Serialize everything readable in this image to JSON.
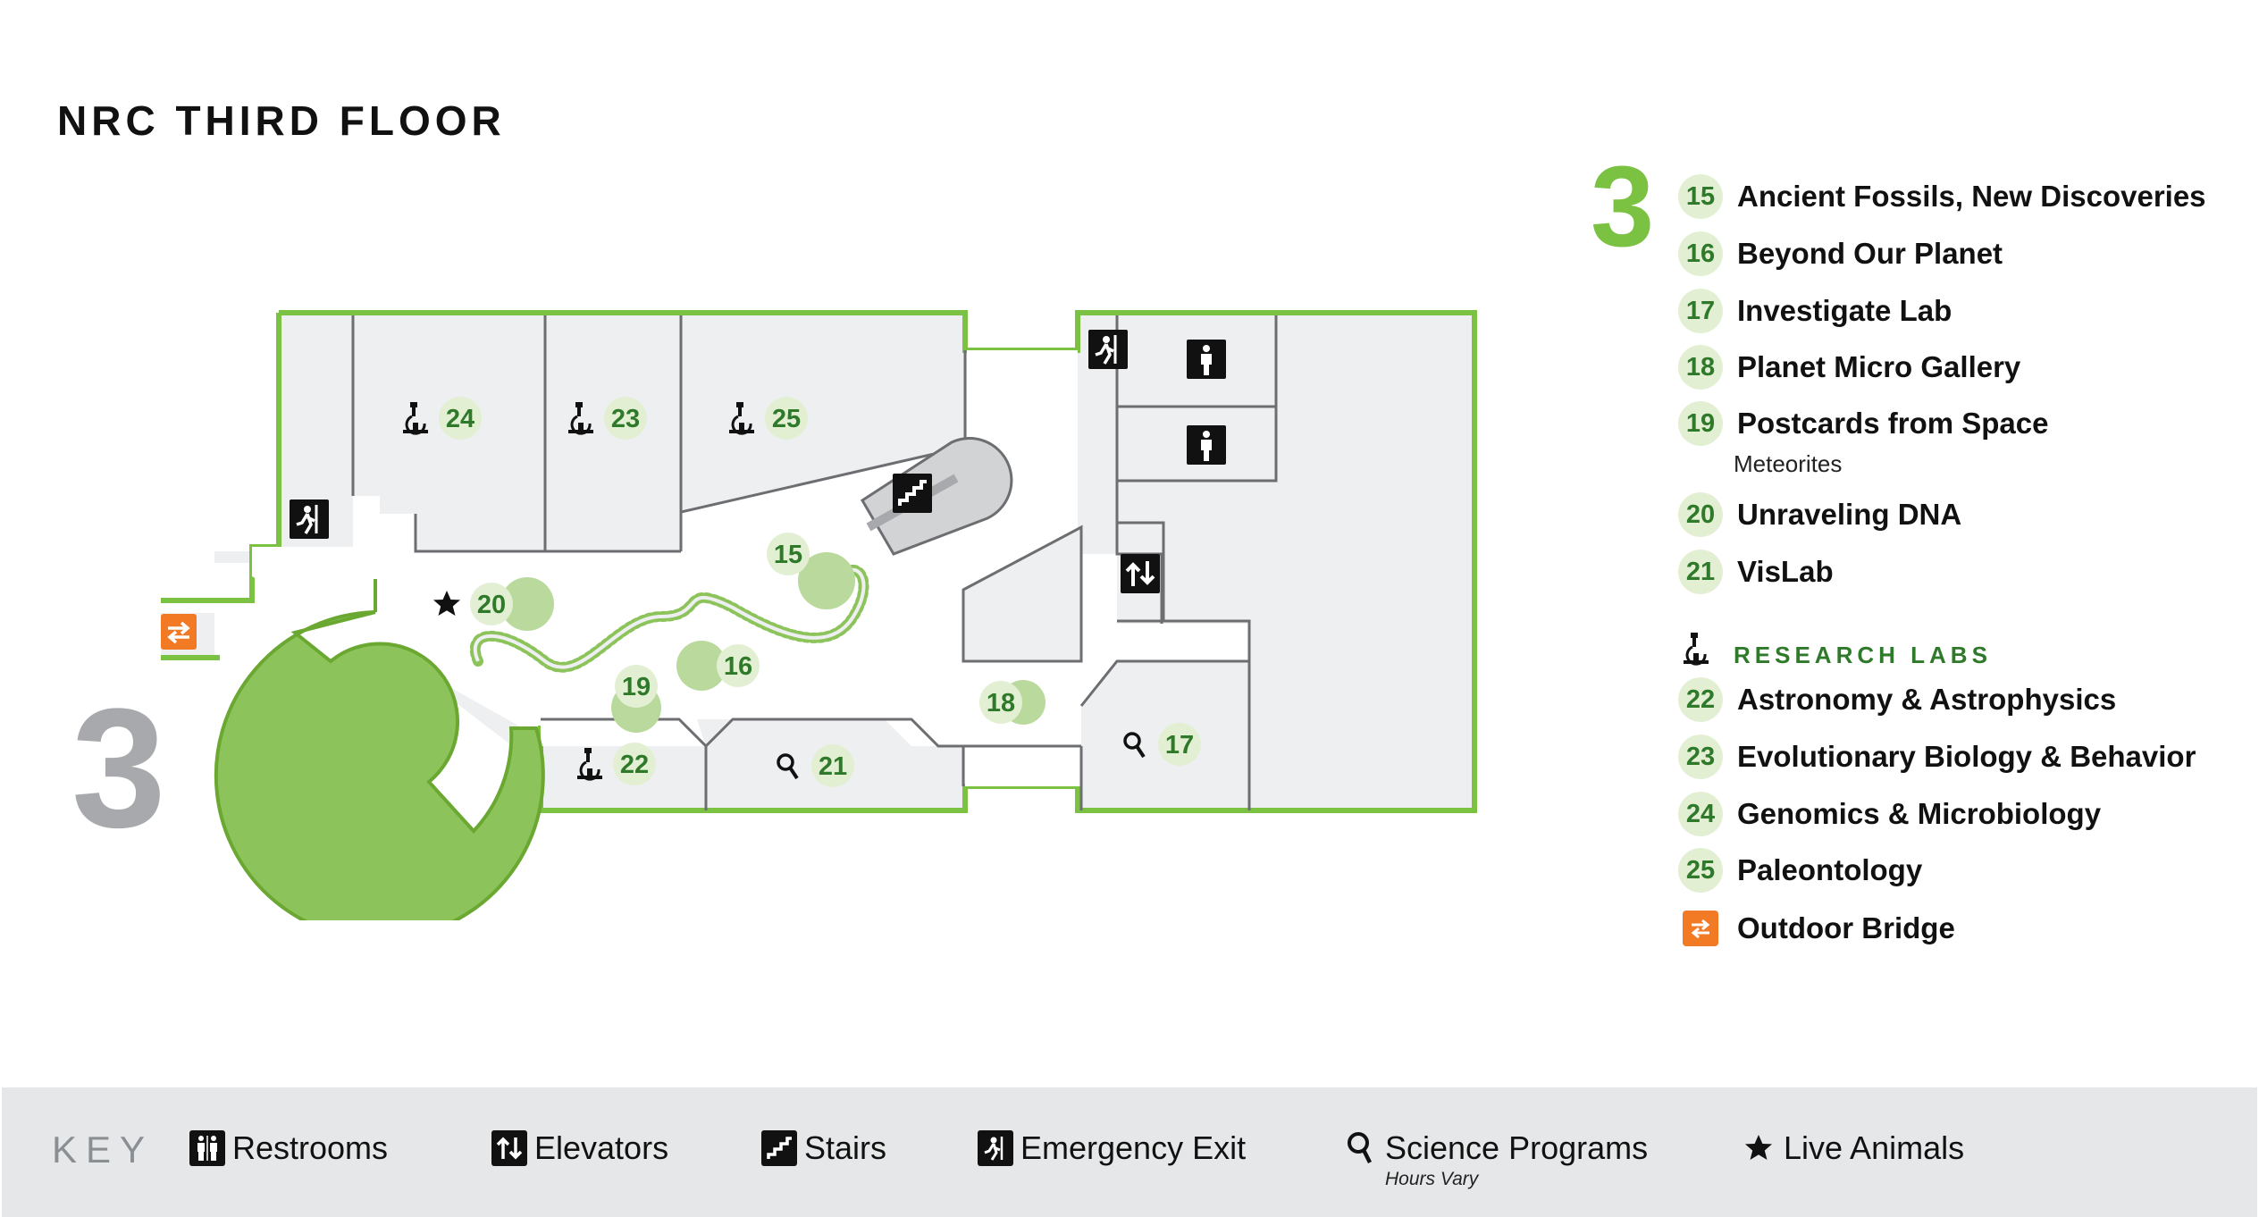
{
  "title": "NRC THIRD FLOOR",
  "floor_number": "3",
  "colors": {
    "green": "#7bc142",
    "dark_green": "#2f7a2a",
    "badge_bg": "#e3efd3",
    "room_fill": "#eeeff0",
    "wall": "#6d6e71",
    "orange": "#f37a25",
    "key_bg": "#e6e7e8",
    "floor_numeral_gray": "#a7a9ac"
  },
  "legend": {
    "exhibits": [
      {
        "number": "15",
        "label": "Ancient Fossils, New Discoveries"
      },
      {
        "number": "16",
        "label": "Beyond Our Planet"
      },
      {
        "number": "17",
        "label": "Investigate Lab"
      },
      {
        "number": "18",
        "label": "Planet Micro Gallery"
      },
      {
        "number": "19",
        "label": "Postcards from Space",
        "sub": "Meteorites"
      },
      {
        "number": "20",
        "label": "Unraveling DNA"
      },
      {
        "number": "21",
        "label": "VisLab"
      }
    ],
    "research_heading": "RESEARCH LABS",
    "research_labs": [
      {
        "number": "22",
        "label": "Astronomy & Astrophysics"
      },
      {
        "number": "23",
        "label": "Evolutionary Biology & Behavior"
      },
      {
        "number": "24",
        "label": "Genomics & Microbiology"
      },
      {
        "number": "25",
        "label": "Paleontology"
      }
    ],
    "bridge_label": "Outdoor Bridge"
  },
  "map_markers": [
    {
      "number": "24",
      "icon": "microscope-icon"
    },
    {
      "number": "23",
      "icon": "microscope-icon"
    },
    {
      "number": "25",
      "icon": "microscope-icon"
    },
    {
      "number": "15",
      "icon": ""
    },
    {
      "number": "20",
      "icon": "star-icon"
    },
    {
      "number": "16",
      "icon": ""
    },
    {
      "number": "19",
      "icon": ""
    },
    {
      "number": "18",
      "icon": ""
    },
    {
      "number": "22",
      "icon": "microscope-icon"
    },
    {
      "number": "21",
      "icon": "magnifier-icon"
    },
    {
      "number": "17",
      "icon": "magnifier-icon"
    }
  ],
  "key": {
    "title": "KEY",
    "items": [
      {
        "icon": "restroom-icon",
        "label": "Restrooms"
      },
      {
        "icon": "elevator-icon",
        "label": "Elevators"
      },
      {
        "icon": "stairs-icon",
        "label": "Stairs"
      },
      {
        "icon": "emergency-exit-icon",
        "label": "Emergency Exit"
      },
      {
        "icon": "magnifier-icon",
        "label": "Science Programs",
        "sub": "Hours Vary"
      },
      {
        "icon": "star-icon",
        "label": "Live Animals"
      }
    ]
  }
}
